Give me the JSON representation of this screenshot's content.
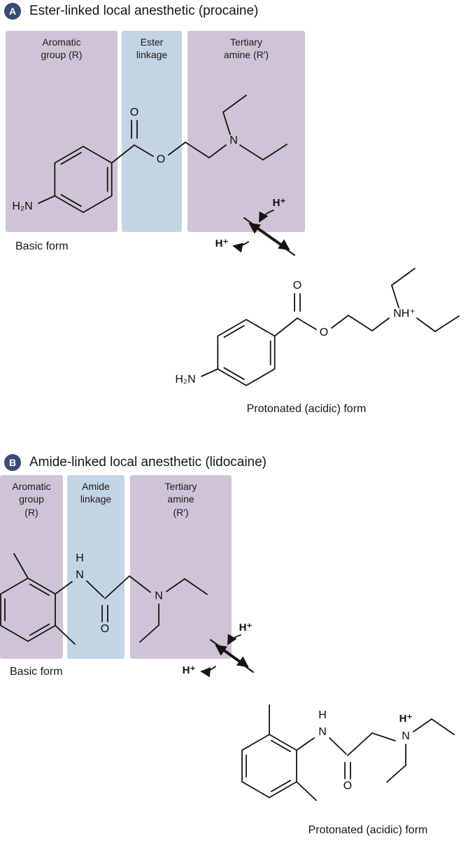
{
  "colors": {
    "badge_bg": "#3b4a73",
    "purple_box": "#cfc4d6",
    "blue_box": "#c3d4e4",
    "ink": "#141414"
  },
  "atoms": {
    "o": "O",
    "n": "N",
    "h": "H",
    "h2n": "H₂N",
    "nh_plus": "NH⁺",
    "h_plus": "H⁺"
  },
  "panel_a": {
    "badge": "A",
    "title": "Ester-linked local anesthetic (procaine)",
    "boxes": [
      {
        "lines": [
          "Aromatic",
          "group (R)"
        ]
      },
      {
        "lines": [
          "Ester",
          "linkage"
        ]
      },
      {
        "lines": [
          "Tertiary",
          "amine (R′)"
        ]
      }
    ],
    "basic_label": "Basic form",
    "protonated_label": "Protonated (acidic) form"
  },
  "panel_b": {
    "badge": "B",
    "title": "Amide-linked local anesthetic (lidocaine)",
    "boxes": [
      {
        "lines": [
          "Aromatic",
          "group",
          "(R)"
        ]
      },
      {
        "lines": [
          "Amide",
          "linkage"
        ]
      },
      {
        "lines": [
          "Tertiary",
          "amine",
          "(R′)"
        ]
      }
    ],
    "basic_label": "Basic form",
    "protonated_label": "Protonated (acidic) form"
  }
}
